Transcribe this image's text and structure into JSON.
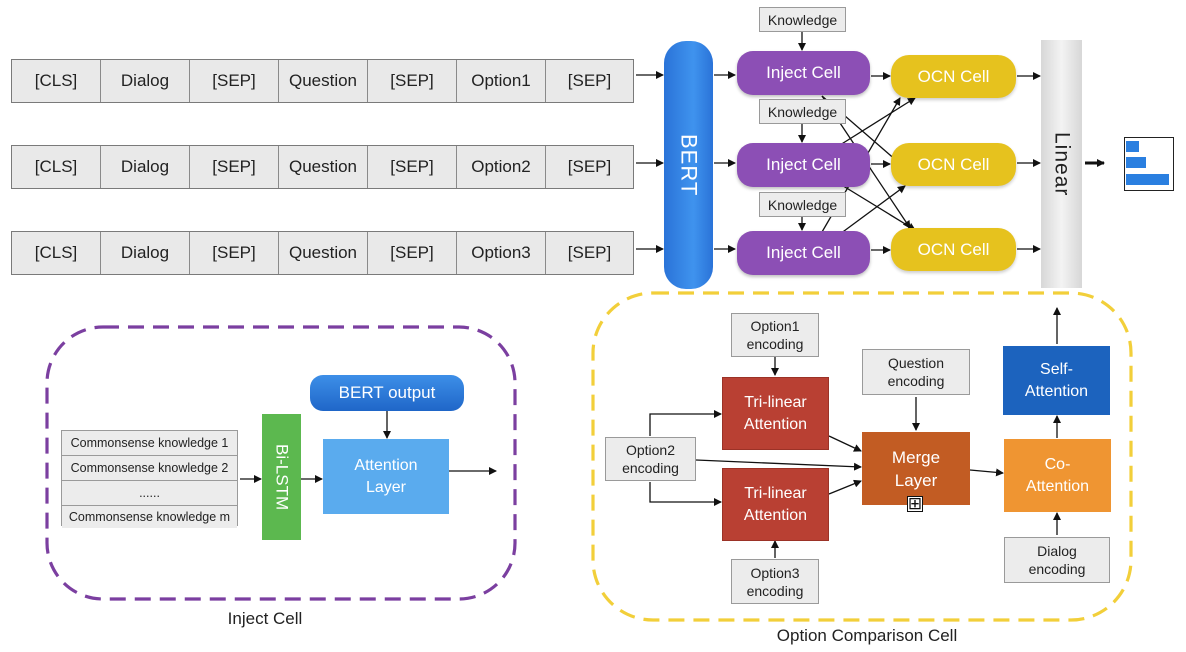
{
  "input_rows": [
    {
      "tokens": [
        "[CLS]",
        "Dialog",
        "[SEP]",
        "Question",
        "[SEP]",
        "Option1",
        "[SEP]"
      ]
    },
    {
      "tokens": [
        "[CLS]",
        "Dialog",
        "[SEP]",
        "Question",
        "[SEP]",
        "Option2",
        "[SEP]"
      ]
    },
    {
      "tokens": [
        "[CLS]",
        "Dialog",
        "[SEP]",
        "Question",
        "[SEP]",
        "Option3",
        "[SEP]"
      ]
    }
  ],
  "bert_label": "BERT",
  "inject_cells": [
    "Inject Cell",
    "Inject Cell",
    "Inject Cell"
  ],
  "knowledge_boxes": [
    "Knowledge",
    "Knowledge",
    "Knowledge"
  ],
  "ocn_cells": [
    "OCN Cell",
    "OCN Cell",
    "OCN Cell"
  ],
  "linear_label": "Linear",
  "inject_detail": {
    "knowledge_list": [
      "Commonsense knowledge 1",
      "Commonsense knowledge 2",
      "......",
      "Commonsense knowledge m"
    ],
    "bilstm_label": "Bi-LSTM",
    "bert_output_label": "BERT output",
    "attention_layer": [
      "Attention",
      "Layer"
    ],
    "caption": "Inject Cell"
  },
  "ocn_detail": {
    "option1_encoding": [
      "Option1",
      "encoding"
    ],
    "option2_encoding": [
      "Option2",
      "encoding"
    ],
    "option3_encoding": [
      "Option3",
      "encoding"
    ],
    "question_encoding": [
      "Question",
      "encoding"
    ],
    "dialog_encoding": [
      "Dialog",
      "encoding"
    ],
    "trilinear_top": [
      "Tri-linear",
      "Attention"
    ],
    "trilinear_bottom": [
      "Tri-linear",
      "Attention"
    ],
    "merge_layer": [
      "Merge",
      "Layer"
    ],
    "merge_symbol": "⊞",
    "co_attention": [
      "Co-",
      "Attention"
    ],
    "self_attention": [
      "Self-",
      "Attention"
    ],
    "caption": "Option Comparison Cell"
  },
  "colors": {
    "bert": "#2a73d8",
    "inject_cell": "#8c4fb5",
    "ocn_cell": "#e6c21e",
    "inject_border": "#7b3fa0",
    "ocn_border": "#f2cf3a",
    "trilinear": "#b94033",
    "merge": "#c25c23",
    "co_attention": "#ef9532",
    "self_attention": "#1c63be",
    "bilstm": "#5cb84f",
    "attention_layer": "#5aabee"
  }
}
